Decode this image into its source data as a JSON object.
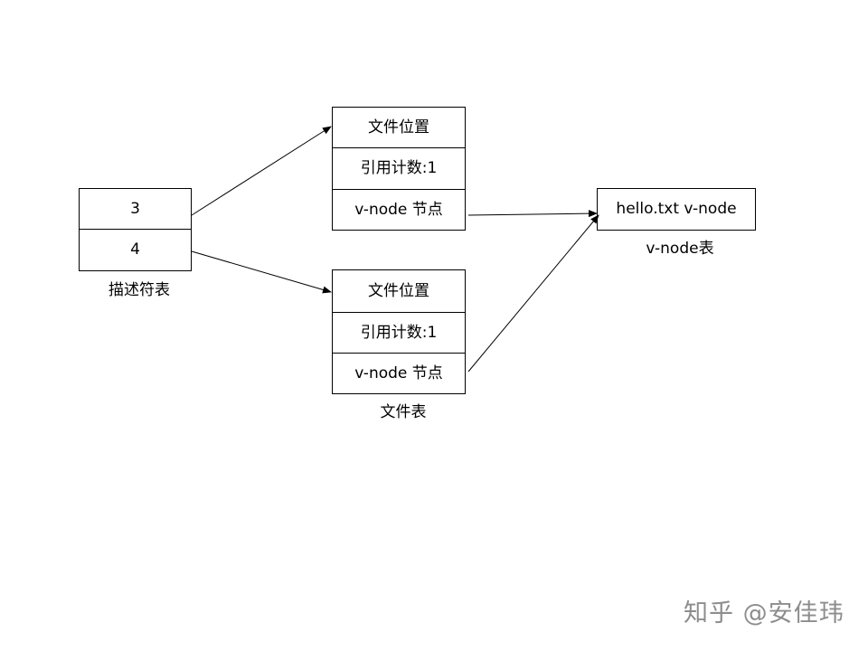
{
  "descriptor_table": {
    "caption": "描述符表",
    "rows": [
      "3",
      "4"
    ]
  },
  "file_table": {
    "caption": "文件表",
    "entries": [
      {
        "position": "文件位置",
        "ref_count": "引用计数:1",
        "vnode": "v-node 节点"
      },
      {
        "position": "文件位置",
        "ref_count": "引用计数:1",
        "vnode": "v-node 节点"
      }
    ]
  },
  "vnode_table": {
    "caption": "v-node表",
    "entry": "hello.txt v-node"
  },
  "edges": [
    {
      "from": "descriptor-3",
      "to": "file-entry-1"
    },
    {
      "from": "descriptor-4",
      "to": "file-entry-2"
    },
    {
      "from": "file-entry-1-vnode",
      "to": "vnode-entry"
    },
    {
      "from": "file-entry-2-vnode",
      "to": "vnode-entry"
    }
  ],
  "watermark": "知乎 @安佳玮"
}
